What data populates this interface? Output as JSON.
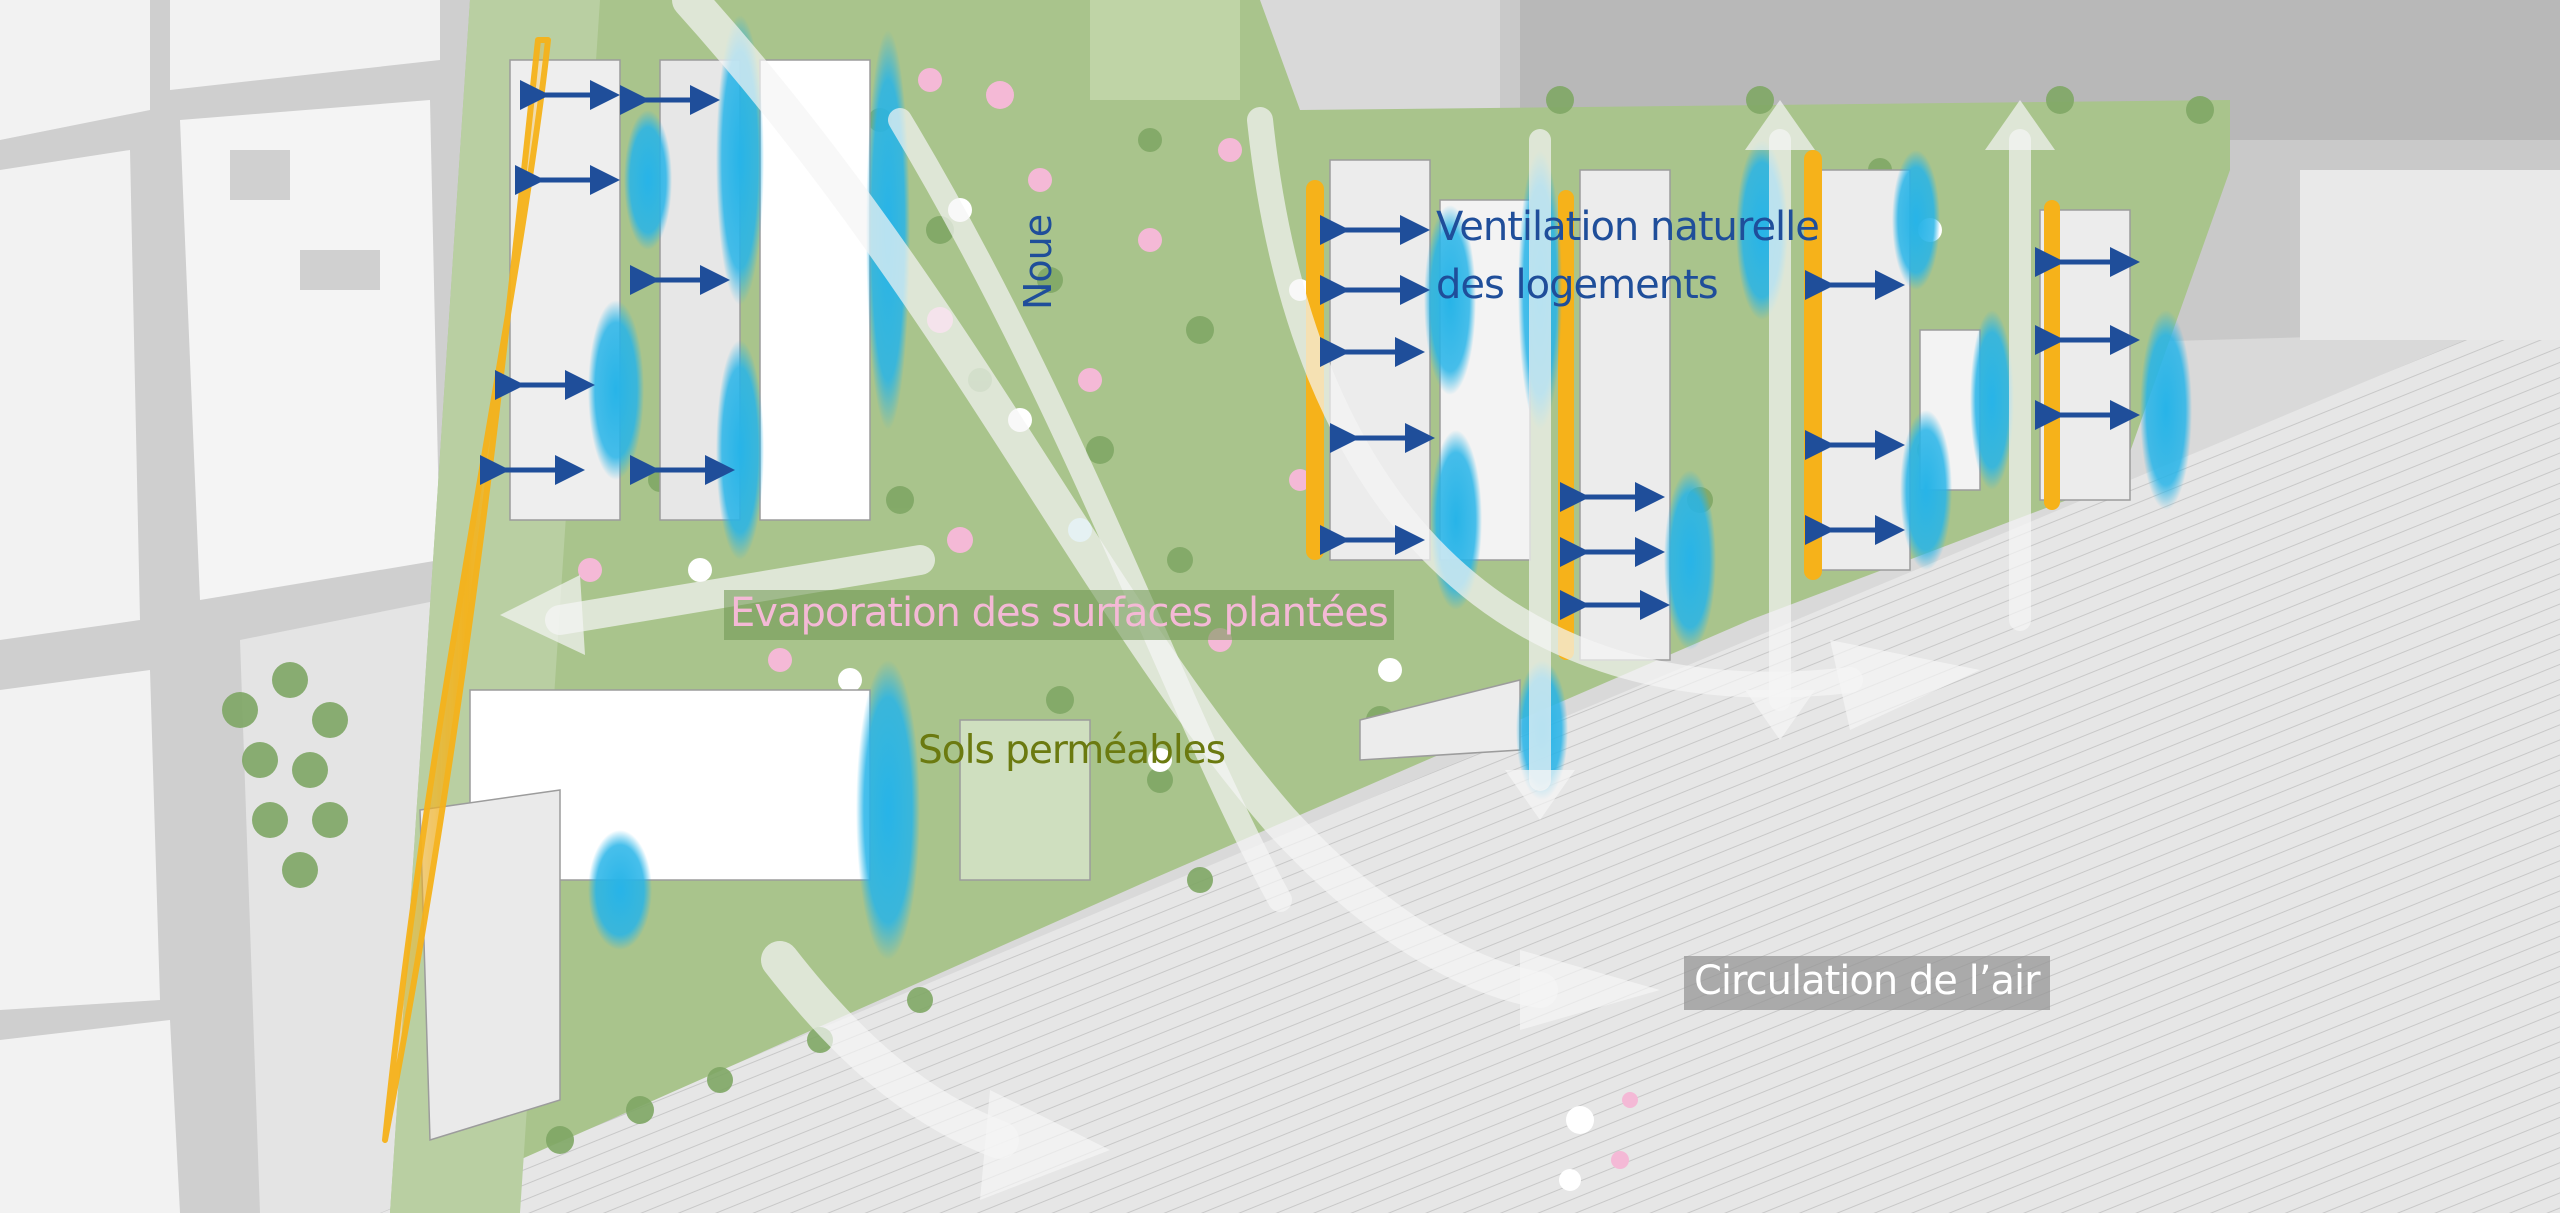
{
  "labels": {
    "ventilation_line1": "Ventilation naturelle",
    "ventilation_line2": "des logements",
    "evaporation": "Evaporation des surfaces plantées",
    "sols": "Sols perméables",
    "circulation": "Circulation de l’air",
    "noue": "Noue"
  },
  "colors": {
    "background": "#d9d9d9",
    "city_blocks": "#f4f4f4",
    "city_shadow": "#b9b9b9",
    "greenery": "#a8c48a",
    "trees": "#6f9a58",
    "buildings": "#ffffff",
    "rail_yard": "#e2e2e2",
    "water_ellipse": "#27b4e8",
    "sun_facade": "#f6b21a",
    "ventilation_arrow": "#1f4e9a",
    "air_flow_arrow": "#f5f5f5",
    "evaporation_dot": "#f4b9d6"
  },
  "icons": {
    "ventilation": "double-arrow-icon",
    "air_flow": "large-curved-arrow-icon",
    "water": "blue-ellipse-icon",
    "sun": "orange-facade-strip-icon",
    "tree": "tree-canopy-icon",
    "evaporation": "pink-dot-icon"
  }
}
